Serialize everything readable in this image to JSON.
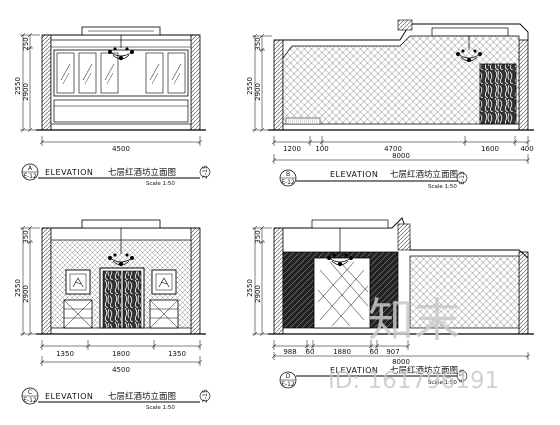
{
  "drawings": [
    {
      "elevation_word": "ELEVATION",
      "title": "七层红酒坊立面图",
      "scale": "Scale 1:50",
      "tag_letter": "A",
      "tag_sheet": "E-12",
      "ref_tag": "2-15",
      "heights": [
        "2550",
        "2900",
        "250"
      ],
      "widths": [
        "4500"
      ]
    },
    {
      "elevation_word": "ELEVATION",
      "title": "七层红酒坊立面图",
      "scale": "Scale 1:50",
      "tag_letter": "B",
      "tag_sheet": "E-12",
      "ref_tag": "E-13",
      "heights": [
        "2550",
        "2900",
        "350"
      ],
      "widths": [
        "1200",
        "100",
        "4700",
        "1600",
        "400",
        "8000"
      ]
    },
    {
      "elevation_word": "ELEVATION",
      "title": "七层红酒坊立面图",
      "scale": "Scale 1:50",
      "tag_letter": "C",
      "tag_sheet": "E-12",
      "ref_tag": "2-15",
      "heights": [
        "2550",
        "2900",
        "350"
      ],
      "widths": [
        "1350",
        "1800",
        "1350",
        "4500"
      ]
    },
    {
      "elevation_word": "ELEVATION",
      "title": "七层红酒坊立面图",
      "scale": "Scale 1:50",
      "tag_letter": "D",
      "tag_sheet": "E-12",
      "ref_tag": "E-13",
      "heights": [
        "2550",
        "2900",
        "350"
      ],
      "widths": [
        "988",
        "60",
        "1880",
        "60",
        "907",
        "8000"
      ]
    }
  ],
  "watermark": {
    "brand": "知末",
    "id_text": "ID: 161796191"
  }
}
